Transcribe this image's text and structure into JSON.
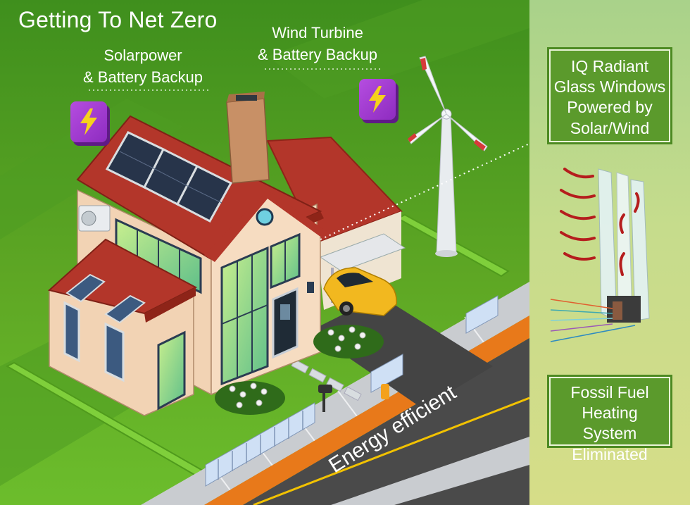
{
  "title": "Getting To Net Zero",
  "labels": {
    "solar_line1": "Solarpower",
    "solar_line2": "& Battery Backup",
    "wind_line1": "Wind Turbine",
    "wind_line2": "& Battery Backup",
    "street": "Energy efficient"
  },
  "side_panel": {
    "iq_box": "IQ Radiant Glass Windows Powered by Solar/Wind",
    "fossil_box": "Fossil Fuel Heating System Eliminated"
  },
  "icons": [
    "lightning-bolt-icon",
    "lightning-bolt-icon"
  ],
  "colors": {
    "grass": "#6cb52d",
    "roof": "#b3362a",
    "wall": "#f2d3b4",
    "panel_green": "#5b9a2c",
    "bolt_purple": "#a33fd2",
    "car": "#f2b81f",
    "road": "#4a4a4a"
  }
}
